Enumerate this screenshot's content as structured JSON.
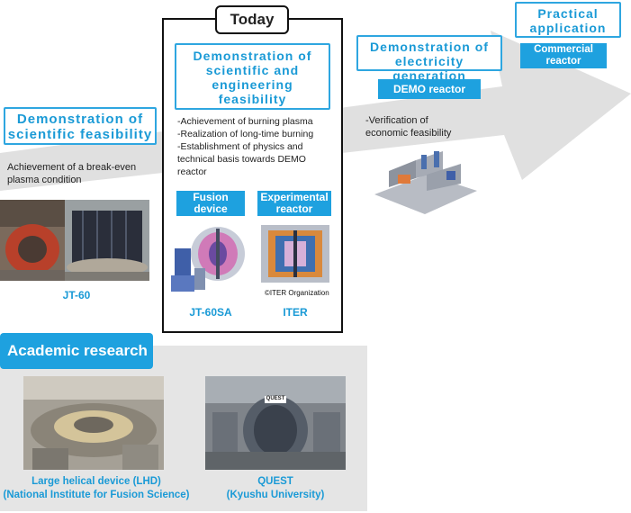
{
  "stages": {
    "scientific": {
      "title_line1": "Demonstration of",
      "title_line2": "scientific feasibility",
      "description_line1": "Achievement of a break-even",
      "description_line2": "plasma condition",
      "device_caption": "JT-60"
    },
    "today": {
      "label": "Today",
      "title_line1": "Demonstration of",
      "title_line2": "scientific and",
      "title_line3": "engineering",
      "title_line4": "feasibility",
      "goals": [
        "-Achievement of burning plasma",
        "-Realization of long-time burning",
        "-Establishment of physics and",
        "technical basis towards DEMO",
        "reactor"
      ],
      "fusion_tag_line1": "Fusion",
      "fusion_tag_line2": "device",
      "experimental_tag_line1": "Experimental",
      "experimental_tag_line2": "reactor",
      "copyright": "©ITER Organization",
      "caption_left": "JT-60SA",
      "caption_right": "ITER"
    },
    "electricity": {
      "title_line1": "Demonstration of",
      "title_line2": "electricity generation",
      "tag": "DEMO reactor",
      "description_line1": "-Verification of",
      "description_line2": "economic feasibility"
    },
    "practical": {
      "title_line1": "Practical",
      "title_line2": "application",
      "tag_line1": "Commercial",
      "tag_line2": "reactor"
    }
  },
  "academic": {
    "label": "Academic research",
    "lhd_line1": "Large helical device (LHD)",
    "lhd_line2": "(National Institute for Fusion Science)",
    "quest_line1": "QUEST",
    "quest_line2": "(Kyushu University)",
    "quest_sign": "QUEST"
  },
  "colors": {
    "accent": "#1ea1df",
    "arrow": "#e0e0e0",
    "panel": "#e5e5e5"
  }
}
